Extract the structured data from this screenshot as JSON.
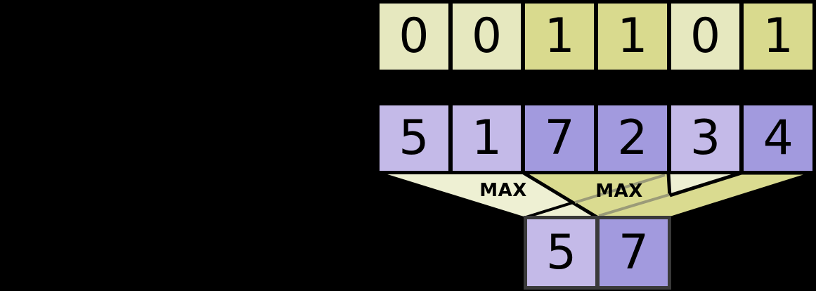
{
  "diagram": {
    "mask_row": {
      "cells": [
        {
          "value": "0",
          "on": false
        },
        {
          "value": "0",
          "on": false
        },
        {
          "value": "1",
          "on": true
        },
        {
          "value": "1",
          "on": true
        },
        {
          "value": "0",
          "on": false
        },
        {
          "value": "1",
          "on": true
        }
      ]
    },
    "value_row": {
      "cells": [
        {
          "value": "5",
          "on": false
        },
        {
          "value": "1",
          "on": false
        },
        {
          "value": "7",
          "on": true
        },
        {
          "value": "2",
          "on": true
        },
        {
          "value": "3",
          "on": false
        },
        {
          "value": "4",
          "on": true
        }
      ]
    },
    "output_row": {
      "cells": [
        {
          "value": "5",
          "on": false
        },
        {
          "value": "7",
          "on": true
        }
      ]
    },
    "operations": [
      {
        "label": "MAX"
      },
      {
        "label": "MAX"
      }
    ]
  },
  "colors": {
    "background": "#000000",
    "border": "#000000",
    "output-border": "#3a3a3a",
    "cell-text": "#000000",
    "mask-off": "#e6e8bf",
    "mask-on": "#d9da8e",
    "val-off": "#c4bae8",
    "val-on": "#a29ade",
    "funnel-light": "#eef0d3",
    "funnel-dark": "#dadb90",
    "hidden-line": "#9b9b78"
  }
}
